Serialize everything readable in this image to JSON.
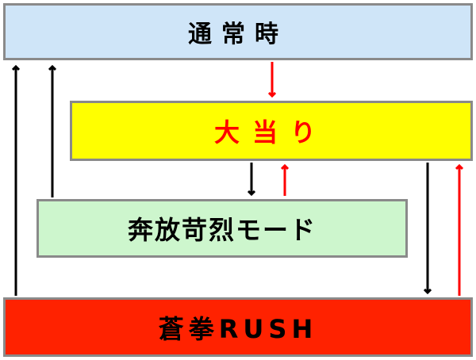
{
  "states": {
    "normal": "通常時",
    "jackpot": "大当り",
    "mode": "奔放苛烈モード",
    "rush": "蒼拳RUSH"
  },
  "colors": {
    "normal_fill": "#cfe5f8",
    "jackpot_fill": "#ffff00",
    "jackpot_text": "#ff0000",
    "mode_fill": "#cdf6cd",
    "rush_fill": "#ff2200",
    "arrow_black": "#000000",
    "arrow_red": "#ff0000"
  },
  "transitions": [
    {
      "from": "normal",
      "to": "jackpot",
      "color": "red"
    },
    {
      "from": "jackpot",
      "to": "mode",
      "color": "black"
    },
    {
      "from": "mode",
      "to": "jackpot",
      "color": "red"
    },
    {
      "from": "jackpot",
      "to": "rush",
      "color": "black"
    },
    {
      "from": "rush",
      "to": "jackpot",
      "color": "red"
    },
    {
      "from": "mode",
      "to": "normal",
      "color": "black"
    },
    {
      "from": "rush",
      "to": "normal",
      "color": "black"
    }
  ]
}
